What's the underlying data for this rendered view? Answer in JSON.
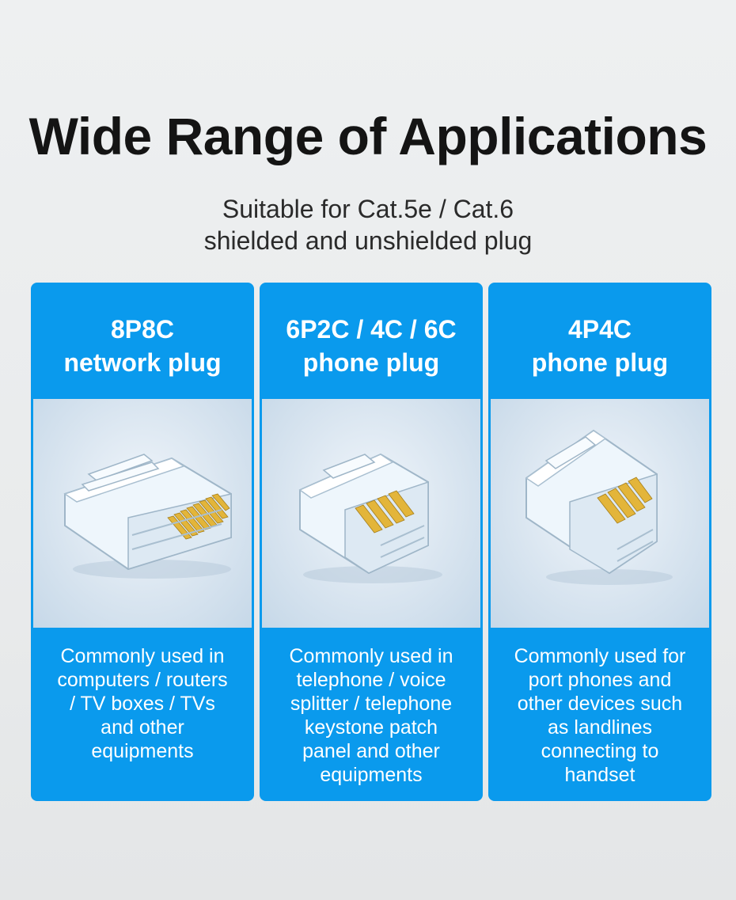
{
  "heading": "Wide Range of Applications",
  "subtitle": {
    "line1": "Suitable for Cat.5e / Cat.6",
    "line2": "shielded and unshielded plug"
  },
  "cards": [
    {
      "title_line1": "8P8C",
      "title_line2": "network plug",
      "image_icon": "rj45-plug-icon",
      "desc_lines": [
        "Commonly used in",
        "computers / routers",
        "/ TV boxes / TVs",
        "and other",
        "equipments"
      ]
    },
    {
      "title_line1": "6P2C / 4C / 6C",
      "title_line2": "phone plug",
      "image_icon": "rj12-plug-icon",
      "desc_lines": [
        "Commonly used in",
        "telephone / voice",
        "splitter / telephone",
        "keystone patch",
        "panel and other",
        "equipments"
      ]
    },
    {
      "title_line1": "4P4C",
      "title_line2": "phone plug",
      "image_icon": "rj9-plug-icon",
      "desc_lines": [
        "Commonly used for",
        "port phones and",
        "other devices such",
        "as landlines",
        "connecting to",
        "handset"
      ]
    }
  ],
  "colors": {
    "card_blue": "#0a9aed",
    "background": "#ececed",
    "contact_gold": "#e3b53a"
  }
}
